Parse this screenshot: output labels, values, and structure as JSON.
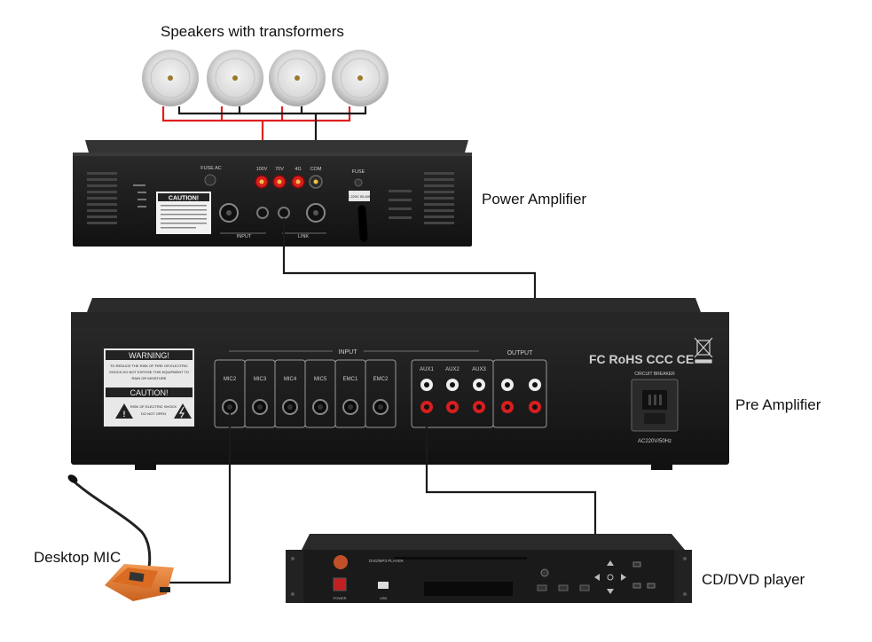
{
  "labels": {
    "speakers": "Speakers with transformers",
    "power_amp": "Power Amplifier",
    "pre_amp": "Pre Amplifier",
    "desktop_mic": "Desktop MIC",
    "cd_player": "CD/DVD player"
  },
  "power_amp_panel": {
    "fuse_ac": "FUSE AC",
    "terminals": [
      "100V",
      "70V",
      "4Ω",
      "COM"
    ],
    "caution": "CAUTION!",
    "fuse": "FUSE",
    "voltage": "AC 220V 50-60HZ",
    "input": "INPUT",
    "link": "LINK"
  },
  "pre_amp_panel": {
    "warning": "WARNING!",
    "warning_text_1": "TO REDUCE THE RISK OF FIRE OR ELECTRIC",
    "warning_text_2": "SHOCK DO NOT EXPOSE THIS EQUIPMENT TO",
    "warning_text_3": "RAIN OR MOISTURE",
    "caution": "CAUTION!",
    "caution_text_1": "RISK OF ELECTRIC SHOCK",
    "caution_text_2": "DO NOT OPEN",
    "input": "INPUT",
    "output": "OUTPUT",
    "mic_inputs": [
      "MIC2",
      "MIC3",
      "MIC4",
      "MIC5",
      "EMC1",
      "EMC2"
    ],
    "aux_inputs": [
      "AUX1",
      "AUX2",
      "AUX3"
    ],
    "certifications": "FC RoHS CCC CE",
    "circuit_breaker": "CIRCUIT BREAKER",
    "ac_rating": "AC220V/50Hz"
  },
  "cd_panel": {
    "model": "DVD/MP3 PLAYER",
    "power": "POWER",
    "usb": "USB"
  },
  "colors": {
    "wire_red": "#e02020",
    "wire_black": "#1a1a1a",
    "chassis": "#1c1c1c",
    "terminal_red": "#d81e1e",
    "mic_base": "#e8803a"
  }
}
